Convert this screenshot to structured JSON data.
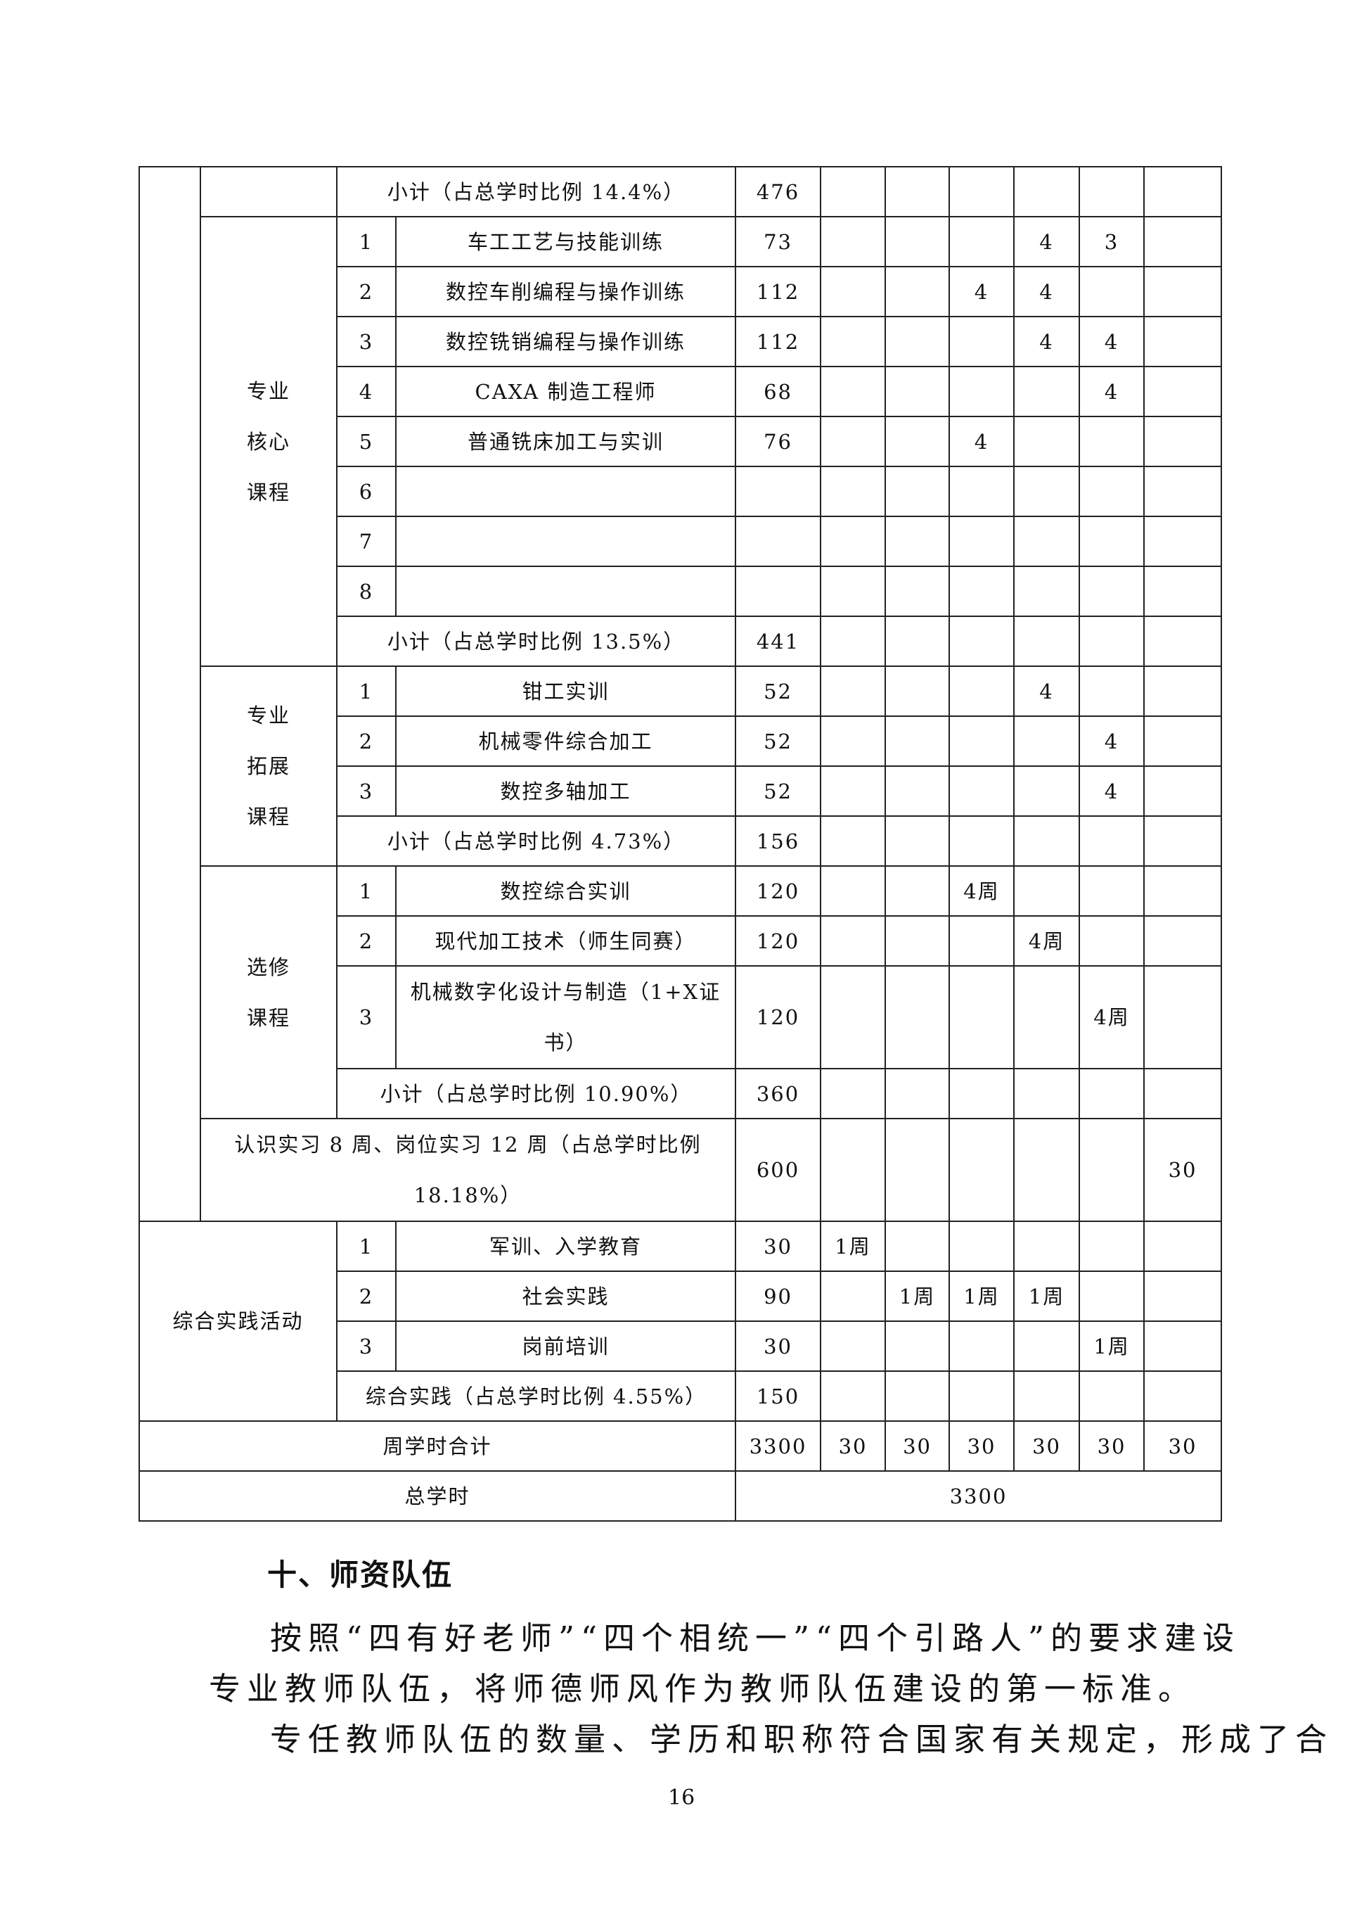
{
  "table": {
    "top_subtotal": {
      "label": "小计（占总学时比例 14.4%）",
      "hours": "476"
    },
    "sections": [
      {
        "category": [
          "专业",
          "核心",
          "课程"
        ],
        "items": [
          {
            "no": "1",
            "name": "车工工艺与技能训练",
            "hours": "73",
            "sem": [
              "",
              "",
              "",
              "4",
              "3",
              ""
            ]
          },
          {
            "no": "2",
            "name": "数控车削编程与操作训练",
            "hours": "112",
            "sem": [
              "",
              "",
              "4",
              "4",
              "",
              ""
            ]
          },
          {
            "no": "3",
            "name": "数控铣销编程与操作训练",
            "hours": "112",
            "sem": [
              "",
              "",
              "",
              "4",
              "4",
              ""
            ]
          },
          {
            "no": "4",
            "name": "CAXA 制造工程师",
            "hours": "68",
            "sem": [
              "",
              "",
              "",
              "",
              "4",
              ""
            ]
          },
          {
            "no": "5",
            "name": "普通铣床加工与实训",
            "hours": "76",
            "sem": [
              "",
              "",
              "4",
              "",
              "",
              ""
            ]
          },
          {
            "no": "6",
            "name": "",
            "hours": "",
            "sem": [
              "",
              "",
              "",
              "",
              "",
              ""
            ]
          },
          {
            "no": "7",
            "name": "",
            "hours": "",
            "sem": [
              "",
              "",
              "",
              "",
              "",
              ""
            ]
          },
          {
            "no": "8",
            "name": "",
            "hours": "",
            "sem": [
              "",
              "",
              "",
              "",
              "",
              ""
            ]
          }
        ],
        "subtotal": {
          "label": "小计（占总学时比例 13.5%）",
          "hours": "441"
        }
      },
      {
        "category": [
          "专业",
          "拓展",
          "课程"
        ],
        "items": [
          {
            "no": "1",
            "name": "钳工实训",
            "hours": "52",
            "sem": [
              "",
              "",
              "",
              "4",
              "",
              ""
            ]
          },
          {
            "no": "2",
            "name": "机械零件综合加工",
            "hours": "52",
            "sem": [
              "",
              "",
              "",
              "",
              "4",
              ""
            ]
          },
          {
            "no": "3",
            "name": "数控多轴加工",
            "hours": "52",
            "sem": [
              "",
              "",
              "",
              "",
              "4",
              ""
            ]
          }
        ],
        "subtotal": {
          "label": "小计（占总学时比例 4.73%）",
          "hours": "156"
        }
      },
      {
        "category": [
          "选修",
          "课程"
        ],
        "items": [
          {
            "no": "1",
            "name": "数控综合实训",
            "hours": "120",
            "sem": [
              "",
              "",
              "4周",
              "",
              "",
              ""
            ]
          },
          {
            "no": "2",
            "name": "现代加工技术（师生同赛）",
            "hours": "120",
            "sem": [
              "",
              "",
              "",
              "4周",
              "",
              ""
            ]
          },
          {
            "no": "3",
            "name": "机械数字化设计与制造（1+X证书）",
            "hours": "120",
            "sem": [
              "",
              "",
              "",
              "",
              "4周",
              ""
            ],
            "tall": true
          }
        ],
        "subtotal": {
          "label": "小计（占总学时比例 10.90%）",
          "hours": "360"
        }
      }
    ],
    "internship": {
      "label": "认识实习 8 周、岗位实习 12 周（占总学时比例 18.18%）",
      "hours": "600",
      "sem": [
        "",
        "",
        "",
        "",
        "",
        "30"
      ]
    },
    "practice": {
      "category": "综合实践活动",
      "items": [
        {
          "no": "1",
          "name": "军训、入学教育",
          "hours": "30",
          "sem": [
            "1周",
            "",
            "",
            "",
            "",
            ""
          ]
        },
        {
          "no": "2",
          "name": "社会实践",
          "hours": "90",
          "sem": [
            "",
            "1周",
            "1周",
            "1周",
            "",
            ""
          ]
        },
        {
          "no": "3",
          "name": "岗前培训",
          "hours": "30",
          "sem": [
            "",
            "",
            "",
            "",
            "1周",
            ""
          ]
        }
      ],
      "subtotal": {
        "label": "综合实践（占总学时比例 4.55%）",
        "hours": "150"
      }
    },
    "weekly_total": {
      "label": "周学时合计",
      "hours": "3300",
      "sem": [
        "30",
        "30",
        "30",
        "30",
        "30",
        "30"
      ]
    },
    "grand_total": {
      "label": "总学时",
      "value": "3300"
    }
  },
  "section_heading": "十、师资队伍",
  "paragraph_lines": [
    "按照“四有好老师”“四个相统一”“四个引路人”的要求建设",
    "专业教师队伍，将师德师风作为教师队伍建设的第一标准。",
    "专任教师队伍的数量、学历和职称符合国家有关规定，形成了合"
  ],
  "page_number": "16"
}
